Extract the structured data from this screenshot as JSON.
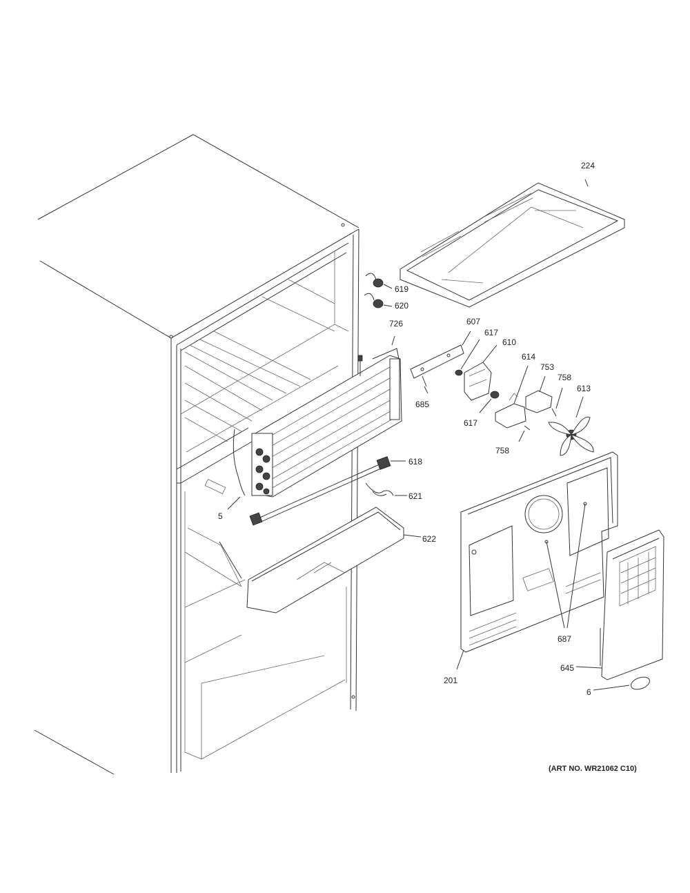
{
  "art_number": "(ART NO. WR21062 C10)",
  "labels": {
    "l224": "224",
    "l619": "619",
    "l620": "620",
    "l726": "726",
    "l607": "607",
    "l617a": "617",
    "l610": "610",
    "l614": "614",
    "l753": "753",
    "l758a": "758",
    "l613": "613",
    "l685": "685",
    "l617b": "617",
    "l758b": "758",
    "l618": "618",
    "l621": "621",
    "l5": "5",
    "l622": "622",
    "l687": "687",
    "l201": "201",
    "l645": "645",
    "l6": "6"
  }
}
